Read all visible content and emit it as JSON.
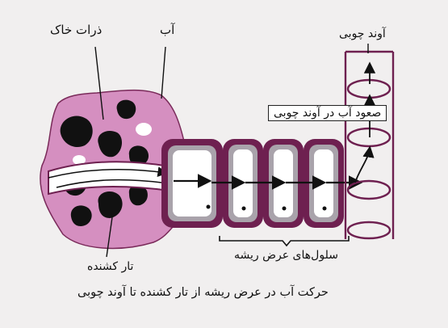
{
  "labels": {
    "soil_particles": "ذرات خاک",
    "water": "آب",
    "xylem": "آوند چوبی",
    "ascent": "صعود آب در آوند چوبی",
    "cortex_cells": "سلول‌های عرض ریشه",
    "root_hair": "تار کشنده"
  },
  "caption": "حرکت آب در عرض ریشه از تار کشنده تا آوند چوبی",
  "colors": {
    "background": "#f1efef",
    "soil_water": "#d58fc0",
    "particle": "#111111",
    "cell_outer": "#6e2050",
    "cell_wall": "#a9a3ab",
    "cell_inner": "#ffffff",
    "xylem": "#6e2050"
  }
}
